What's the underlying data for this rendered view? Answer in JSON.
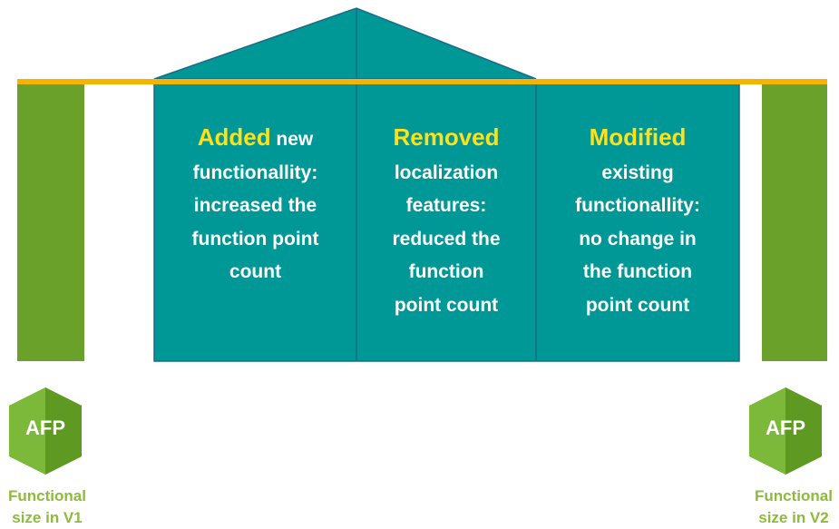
{
  "colors": {
    "teal": "#009797",
    "teal_border": "#1a6b86",
    "green": "#6aa12a",
    "beam": "#f5b400",
    "highlight": "#ffe11a",
    "caption": "#8dbb3a"
  },
  "panels": {
    "added": {
      "highlight": "Added",
      "lines": [
        " new",
        "functionallity:",
        "increased the",
        "function point",
        "count"
      ]
    },
    "removed": {
      "highlight": "Removed",
      "lines": [
        "localization",
        "features:",
        "reduced the",
        "function",
        "point count"
      ]
    },
    "modified": {
      "highlight": "Modified",
      "lines": [
        "existing",
        "functionallity:",
        "no change in",
        "the function",
        "point count"
      ]
    }
  },
  "badges": {
    "left": {
      "text": "AFP",
      "icon": "cube-icon",
      "caption_1": "Functional",
      "caption_2": "size in V1"
    },
    "right": {
      "text": "AFP",
      "icon": "cube-icon",
      "caption_1": "Functional",
      "caption_2": "size in V2"
    }
  }
}
